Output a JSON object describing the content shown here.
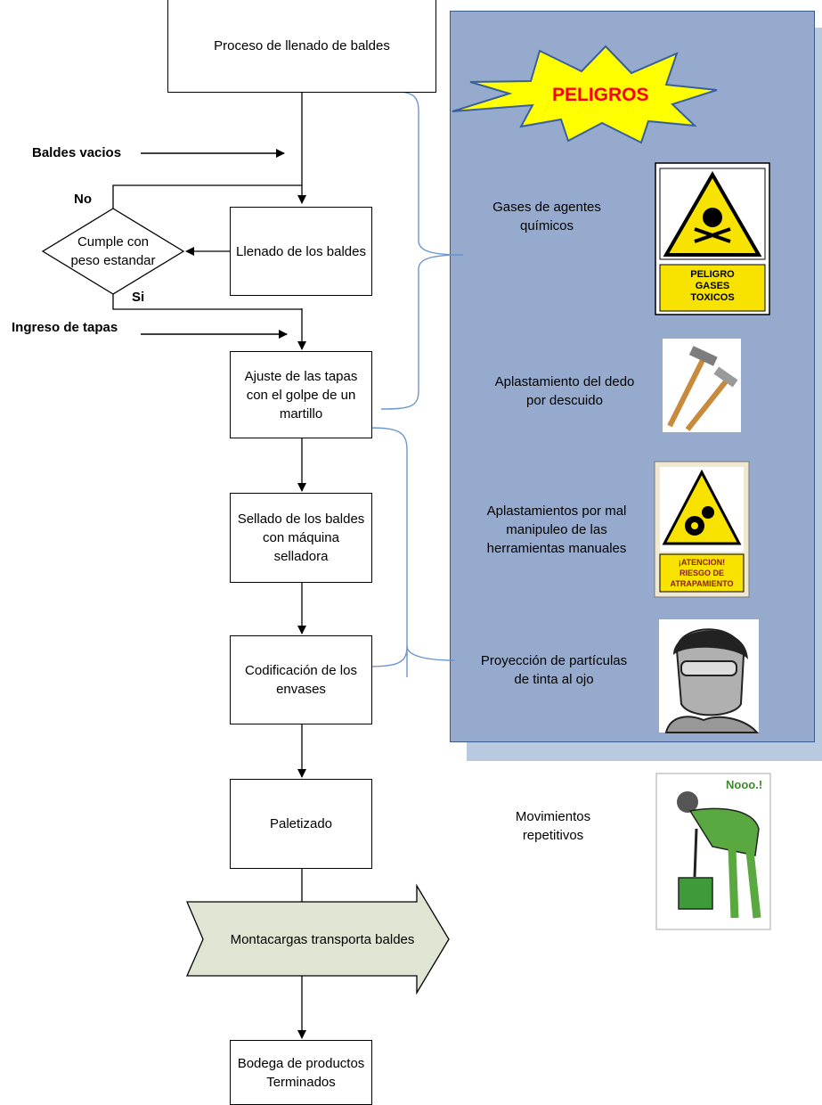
{
  "flow": {
    "p1": "Proceso de llenado de baldes",
    "p2": "Llenado de los baldes",
    "p3": "Ajuste de las tapas con el golpe de un martillo",
    "p4": "Sellado de los baldes con máquina selladora",
    "p5": "Codificación de los envases",
    "p6": "Paletizado",
    "p7": "Bodega de productos Terminados",
    "decision_line1": "Cumple con",
    "decision_line2": "peso estandar",
    "arrow_label": "Montacargas transporta baldes"
  },
  "inputs": {
    "baldes": "Baldes vacios",
    "tapas": "Ingreso de tapas",
    "no": "No",
    "si": "Si"
  },
  "hazards": {
    "title": "PELIGROS",
    "h1": "Gases de agentes químicos",
    "h2": "Aplastamiento del dedo por descuido",
    "h3": "Aplastamientos por mal manipuleo de las herramientas manuales",
    "h4": "Proyección de partículas de tinta al ojo",
    "h5": "Movimientos repetitivos"
  },
  "signs": {
    "gas_sign": "PELIGRO GASES TOXICOS",
    "gas_l1": "PELIGRO",
    "gas_l2": "GASES",
    "gas_l3": "TOXICOS",
    "trap_l1": "¡ATENCION!",
    "trap_l2": "RIESGO DE",
    "trap_l3": "ATRAPAMIENTO",
    "noo": "Nooo.!"
  },
  "colors": {
    "panel": "#95aacc",
    "panel_shadow": "#b9c9e0",
    "star": "#ffff00",
    "star_border": "#3a5f9c",
    "title_red": "#ff0000",
    "arrow_fill": "#dfe5d2",
    "brace": "#6b96cf"
  }
}
